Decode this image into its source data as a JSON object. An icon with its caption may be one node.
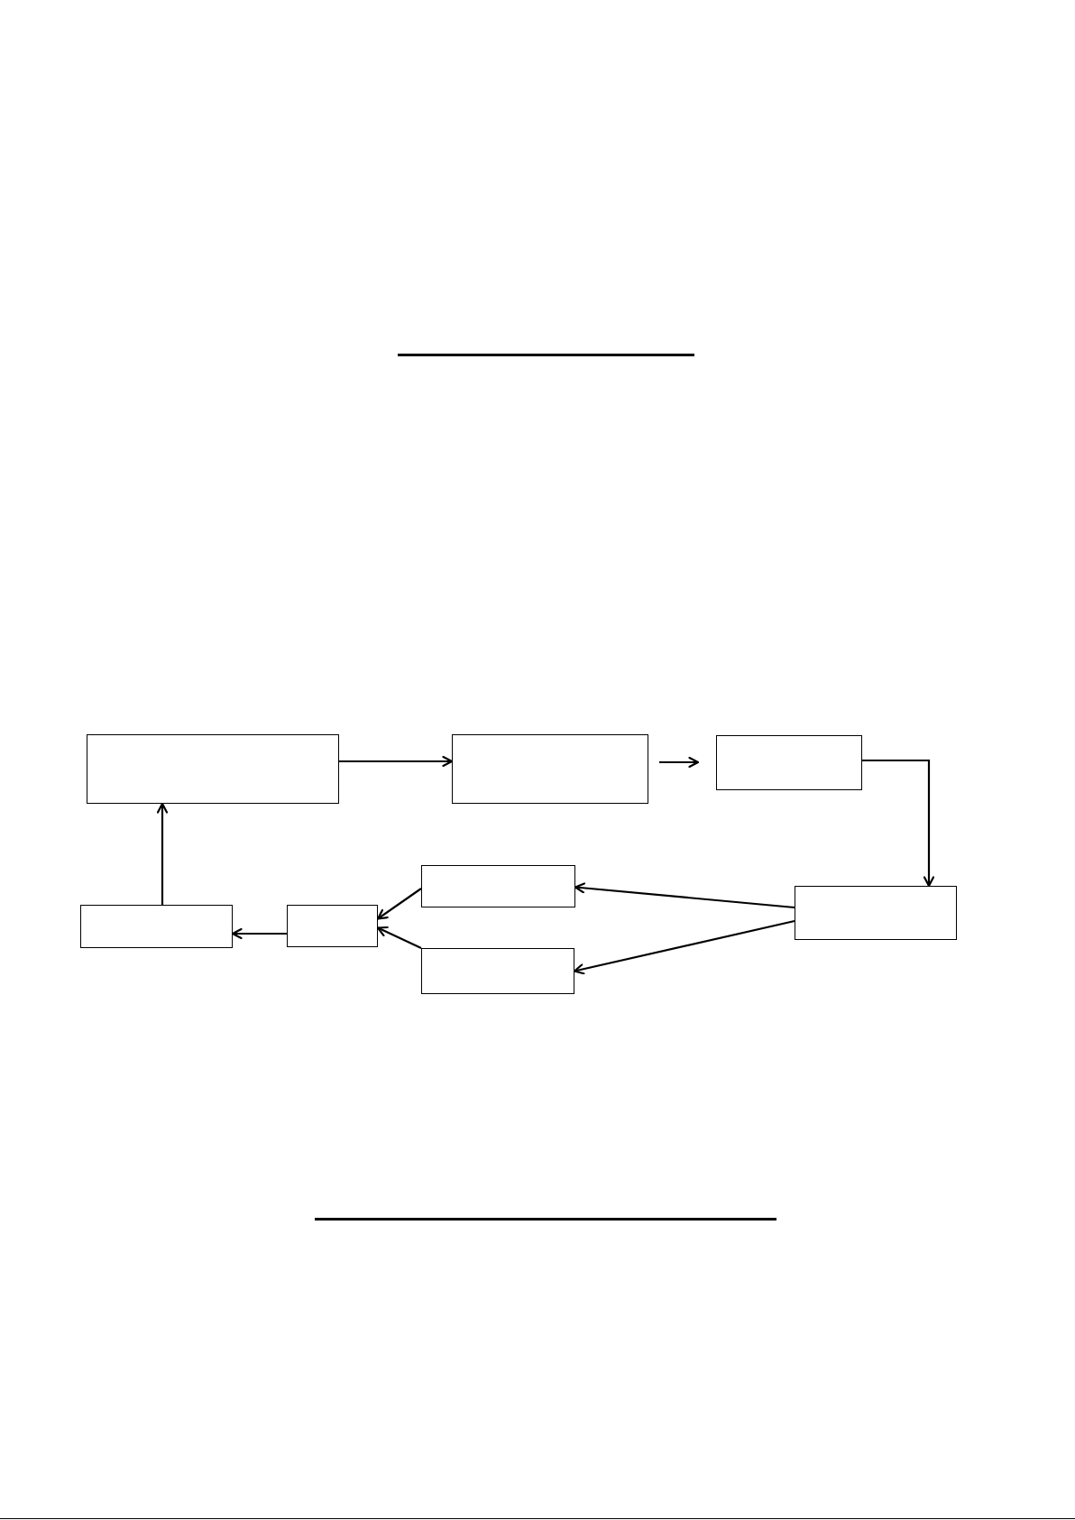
{
  "diagram": {
    "nodes": [
      {
        "text": [],
        "shape": "box"
      },
      {
        "text": [],
        "shape": "box"
      },
      {
        "text": [],
        "shape": "box"
      },
      {
        "text": [],
        "shape": "box"
      },
      {
        "text": [],
        "shape": "box"
      },
      {
        "text": [],
        "shape": "box"
      },
      {
        "text": [],
        "shape": "box"
      },
      {
        "text": [],
        "shape": "box"
      }
    ],
    "edges": [
      {
        "from": 0,
        "to": 1,
        "arrow": "to"
      },
      {
        "from": 1,
        "to": 2,
        "arrow": "to"
      },
      {
        "from": 2,
        "to": 3,
        "arrow": "to"
      },
      {
        "from": 3,
        "to": 4,
        "arrow": "to"
      },
      {
        "from": 3,
        "to": 5,
        "arrow": "to"
      },
      {
        "from": 4,
        "to": 6,
        "arrow": "to"
      },
      {
        "from": 5,
        "to": 6,
        "arrow": "to"
      },
      {
        "from": 6,
        "to": 7,
        "arrow": "to"
      },
      {
        "from": 7,
        "to": 0,
        "arrow": "to"
      }
    ]
  }
}
